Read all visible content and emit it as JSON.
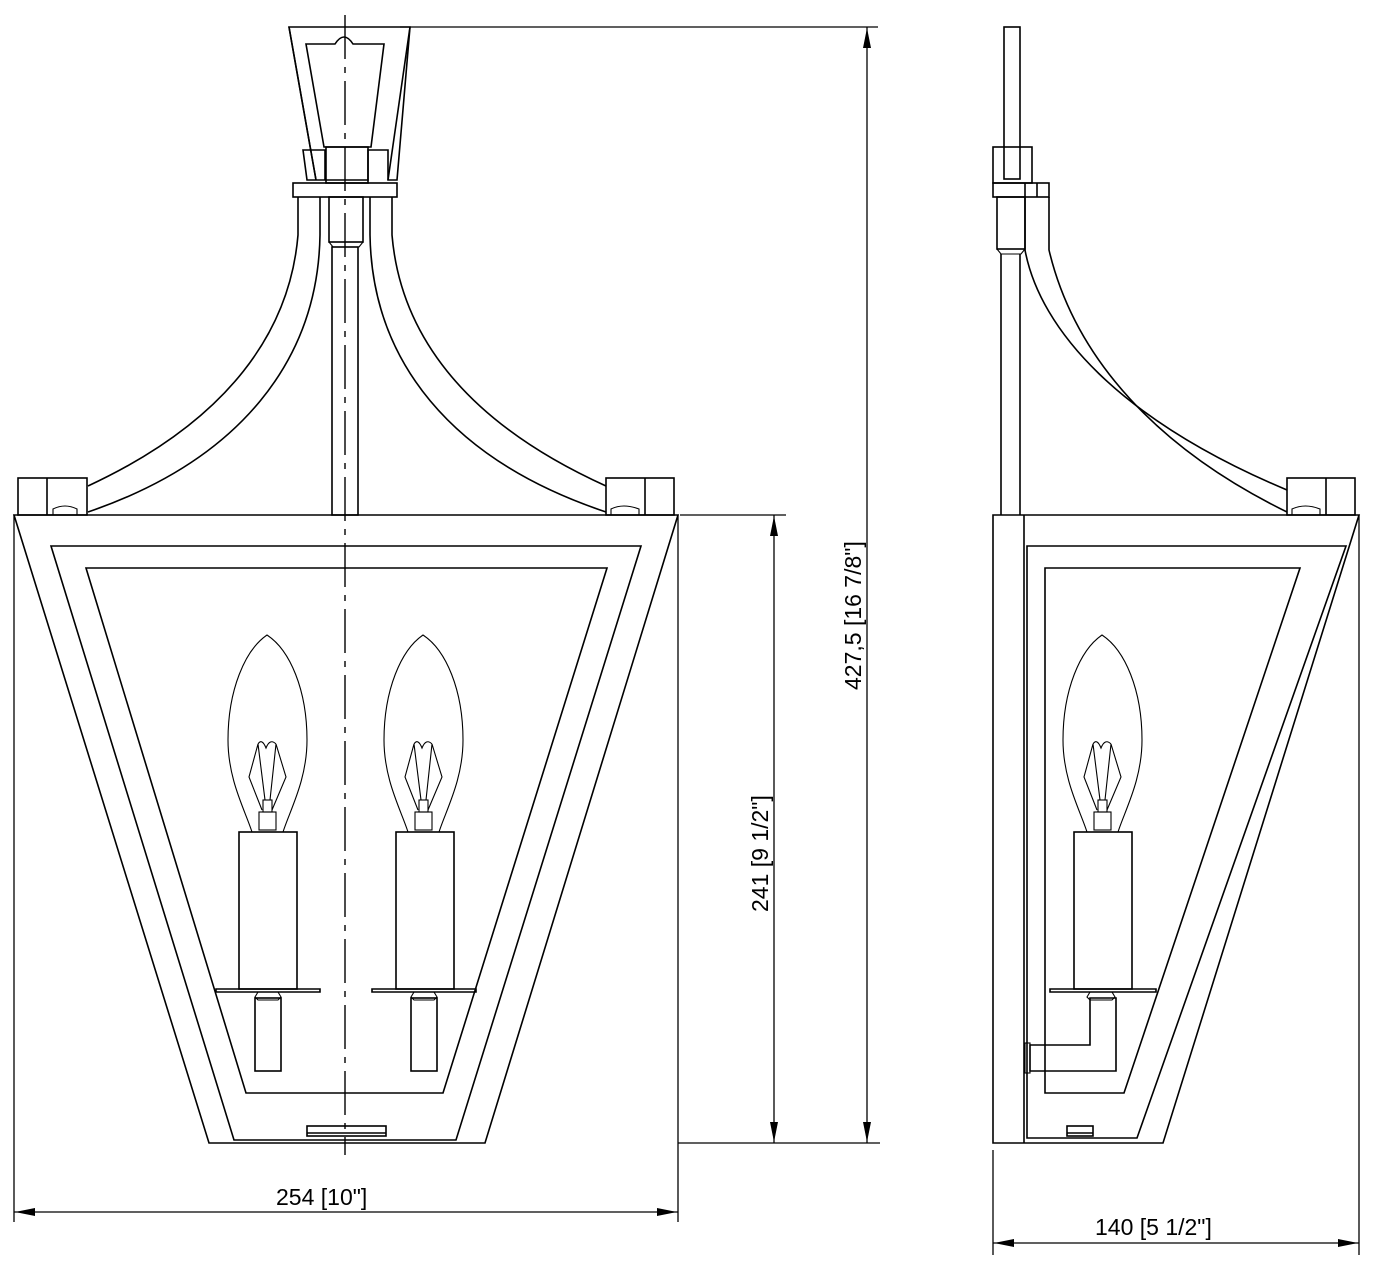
{
  "drawing": {
    "title": "Two-light wall sconce dimension drawing",
    "views": [
      "front-view",
      "side-view"
    ],
    "line_color": "#000000",
    "background": "#ffffff"
  },
  "dimensions": {
    "overall_height": "427,5 [16 7/8\"]",
    "body_height": "241 [9 1/2\"]",
    "width": "254 [10\"]",
    "depth": "140 [5 1/2\"]"
  }
}
